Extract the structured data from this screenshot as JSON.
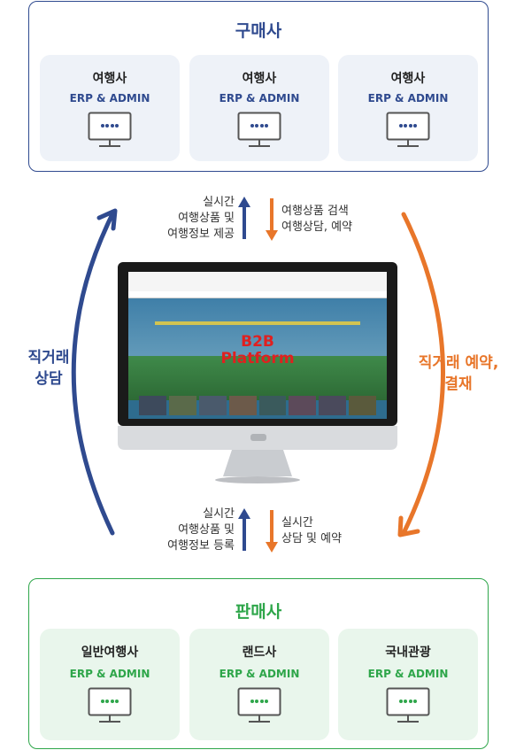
{
  "buyer": {
    "title": "구매사",
    "cards": [
      {
        "name": "여행사",
        "sub": "ERP & ADMIN"
      },
      {
        "name": "여행사",
        "sub": "ERP & ADMIN"
      },
      {
        "name": "여행사",
        "sub": "ERP & ADMIN"
      }
    ]
  },
  "seller": {
    "title": "판매사",
    "cards": [
      {
        "name": "일반여행사",
        "sub": "ERP & ADMIN"
      },
      {
        "name": "랜드사",
        "sub": "ERP & ADMIN"
      },
      {
        "name": "국내관광",
        "sub": "ERP & ADMIN"
      }
    ]
  },
  "captions": {
    "top_up": "실시간\n여행상품 및\n여행정보 제공",
    "top_down": "여행상품 검색\n여행상담, 예약",
    "bottom_up": "실시간\n여행상품 및\n여행정보 등록",
    "bottom_down": "실시간\n상담 및 예약"
  },
  "side_labels": {
    "left": "직거래\n상담",
    "right": "직거래 예약,\n결재"
  },
  "screen": {
    "line1": "B2B",
    "line2": "Platform"
  },
  "colors": {
    "navy": "#2f4a8f",
    "green": "#2ea64a",
    "orange": "#e8762a"
  }
}
